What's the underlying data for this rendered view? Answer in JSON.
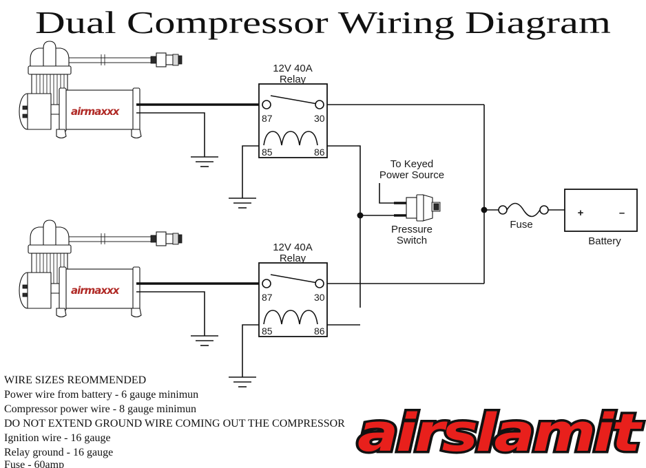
{
  "title": "Dual Compressor Wiring Diagram",
  "relays": [
    {
      "name": "relay-top",
      "line1": "12V  40A",
      "line2": "Relay",
      "terminals": {
        "t87": "87",
        "t30": "30",
        "t85": "85",
        "t86": "86"
      }
    },
    {
      "name": "relay-bottom",
      "line1": "12V  40A",
      "line2": "Relay",
      "terminals": {
        "t87": "87",
        "t30": "30",
        "t85": "85",
        "t86": "86"
      }
    }
  ],
  "pressure_switch": {
    "keyed_line1": "To Keyed",
    "keyed_line2": "Power Source",
    "label_line1": "Pressure",
    "label_line2": "Switch"
  },
  "fuse": {
    "label": "Fuse"
  },
  "battery": {
    "label": "Battery",
    "positive": "+",
    "negative": "–"
  },
  "compressors": [
    {
      "name": "compressor-top",
      "brand": "airmaxxx"
    },
    {
      "name": "compressor-bottom",
      "brand": "airmaxxx"
    }
  ],
  "notes": {
    "heading": "WIRE SIZES REOMMENDED",
    "lines": [
      "Power wire from battery - 6 gauge minimun",
      "Compressor power wire - 8 gauge minimun",
      "DO NOT EXTEND GROUND WIRE COMING OUT THE COMPRESSOR",
      "Ignition wire - 16 gauge",
      "Relay ground - 16 gauge",
      "Fuse - 60amp"
    ]
  },
  "brand_logo": {
    "text": "airslamit"
  },
  "colors": {
    "wire": "#111111",
    "logo_red": "#e8201c",
    "compressor_logo_red": "#b02a26",
    "background": "#ffffff"
  }
}
